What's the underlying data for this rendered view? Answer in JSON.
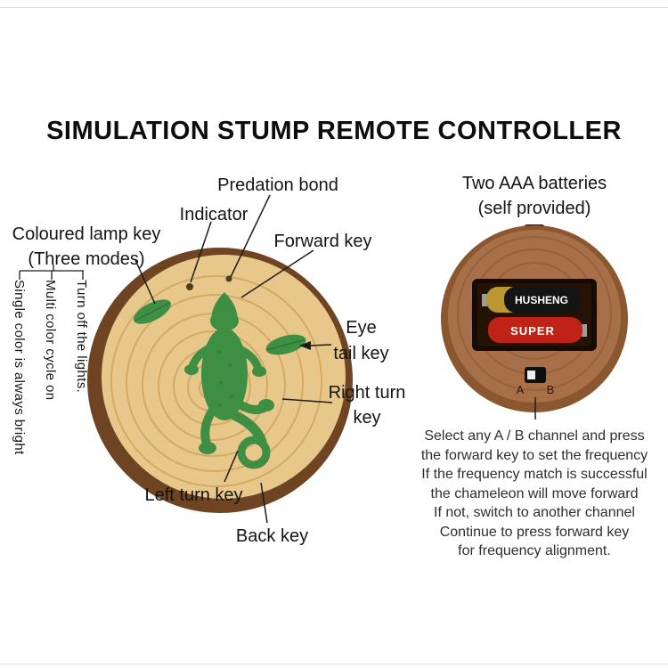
{
  "title": "SIMULATION STUMP REMOTE CONTROLLER",
  "stump": {
    "labels": {
      "predation_bond": "Predation bond",
      "indicator": "Indicator",
      "coloured_lamp_key": "Coloured lamp key",
      "coloured_lamp_modes": "(Three modes)",
      "forward_key": "Forward key",
      "eye_tail_key_1": "Eye",
      "eye_tail_key_2": "tail key",
      "right_turn_key_1": "Right turn",
      "right_turn_key_2": "key",
      "left_turn_key": "Left turn key",
      "back_key": "Back key"
    },
    "lamp_modes": [
      "Single color is always bright",
      "Multi color cycle on",
      "Turn off the lights."
    ]
  },
  "battery": {
    "label_1": "Two AAA batteries",
    "label_2": "(self provided)",
    "brand_top": "HUSHENG",
    "brand_bottom": "SUPER",
    "channel_a": "A",
    "channel_b": "B"
  },
  "instructions": {
    "lines": [
      "Select any A / B channel and press",
      "the forward key to set the frequency",
      "If the frequency match is successful",
      "the chameleon will move forward",
      "If not, switch to another channel",
      "Continue to press forward key",
      "for frequency alignment."
    ]
  },
  "colors": {
    "wood_face": "#e8c78a",
    "bark": "#6e4423",
    "leaf_green": "#3e8e44",
    "stump_back": "#a87048",
    "battery_red": "#bf2318",
    "battery_gold": "#bb982f"
  }
}
